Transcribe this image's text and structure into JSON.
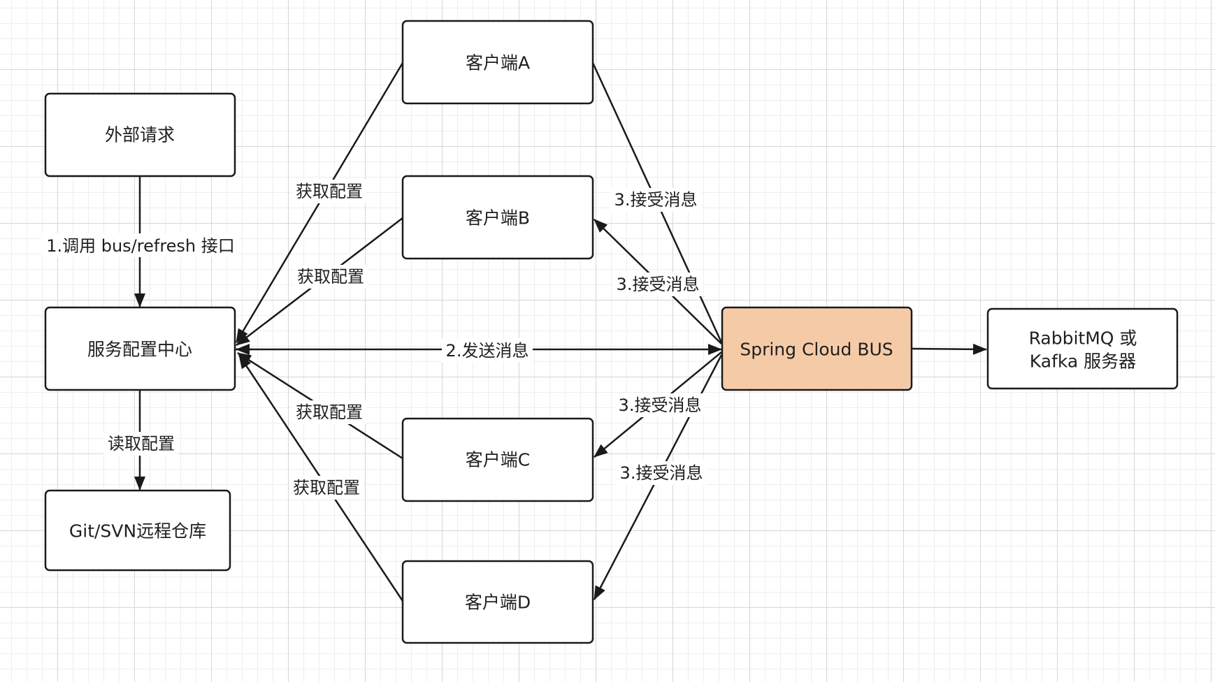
{
  "diagram": {
    "nodes": {
      "external_request": {
        "label": "外部请求"
      },
      "config_center": {
        "label": "服务配置中心"
      },
      "git_repo": {
        "label": "Git/SVN远程仓库"
      },
      "client_a": {
        "label": "客户端A"
      },
      "client_b": {
        "label": "客户端B"
      },
      "client_c": {
        "label": "客户端C"
      },
      "client_d": {
        "label": "客户端D"
      },
      "spring_bus": {
        "label": "Spring Cloud BUS",
        "fill": "#f5cba7"
      },
      "mq_server": {
        "line1": "RabbitMQ 或",
        "line2": "Kafka 服务器"
      }
    },
    "edges": {
      "call_refresh": "1.调用 bus/refresh 接口",
      "read_config": "读取配置",
      "send_message": "2.发送消息",
      "fetch_a": "获取配置",
      "fetch_b": "获取配置",
      "fetch_c": "获取配置",
      "fetch_d": "获取配置",
      "receive_a": "3.接受消息",
      "receive_b": "3.接受消息",
      "receive_c": "3.接受消息",
      "receive_d": "3.接受消息"
    },
    "colors": {
      "stroke": "#1a1a1a",
      "node_fill": "#ffffff",
      "bus_fill": "#f5cba7",
      "grid": "#d6d6d6"
    }
  }
}
